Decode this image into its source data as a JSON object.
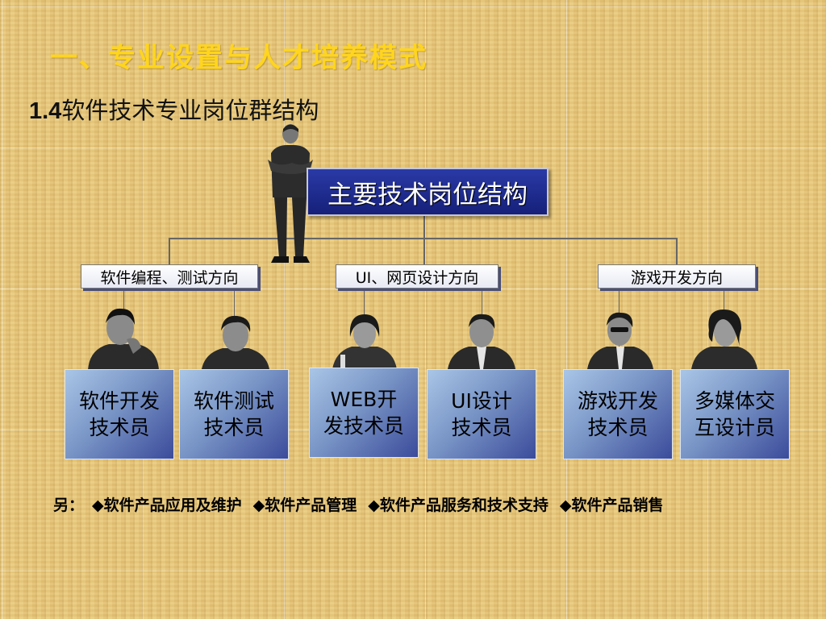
{
  "header": {
    "title": "一、专业设置与人才培养模式",
    "subtitle_prefix": "1.4",
    "subtitle_text": "软件技术专业岗位群结构"
  },
  "root": {
    "label": "主要技术岗位结构"
  },
  "directions": [
    {
      "label": "软件编程、测试方向"
    },
    {
      "label": "UI、网页设计方向"
    },
    {
      "label": "游戏开发方向"
    }
  ],
  "jobs": [
    {
      "line1": "软件开发",
      "line2": "技术员"
    },
    {
      "line1": "软件测试",
      "line2": "技术员"
    },
    {
      "line1": "WEB开",
      "line2": "发技术员"
    },
    {
      "line1": "UI设计",
      "line2": "技术员"
    },
    {
      "line1": "游戏开发",
      "line2": "技术员"
    },
    {
      "line1": "多媒体交",
      "line2": "互设计员"
    }
  ],
  "note": {
    "prefix": "另：",
    "items": [
      "◆软件产品应用及维护",
      "◆软件产品管理",
      "◆软件产品服务和技术支持",
      "◆软件产品销售"
    ]
  },
  "colors": {
    "title": "#ffd51e",
    "root_box": "#1c2890",
    "background": "#e8c87a"
  }
}
